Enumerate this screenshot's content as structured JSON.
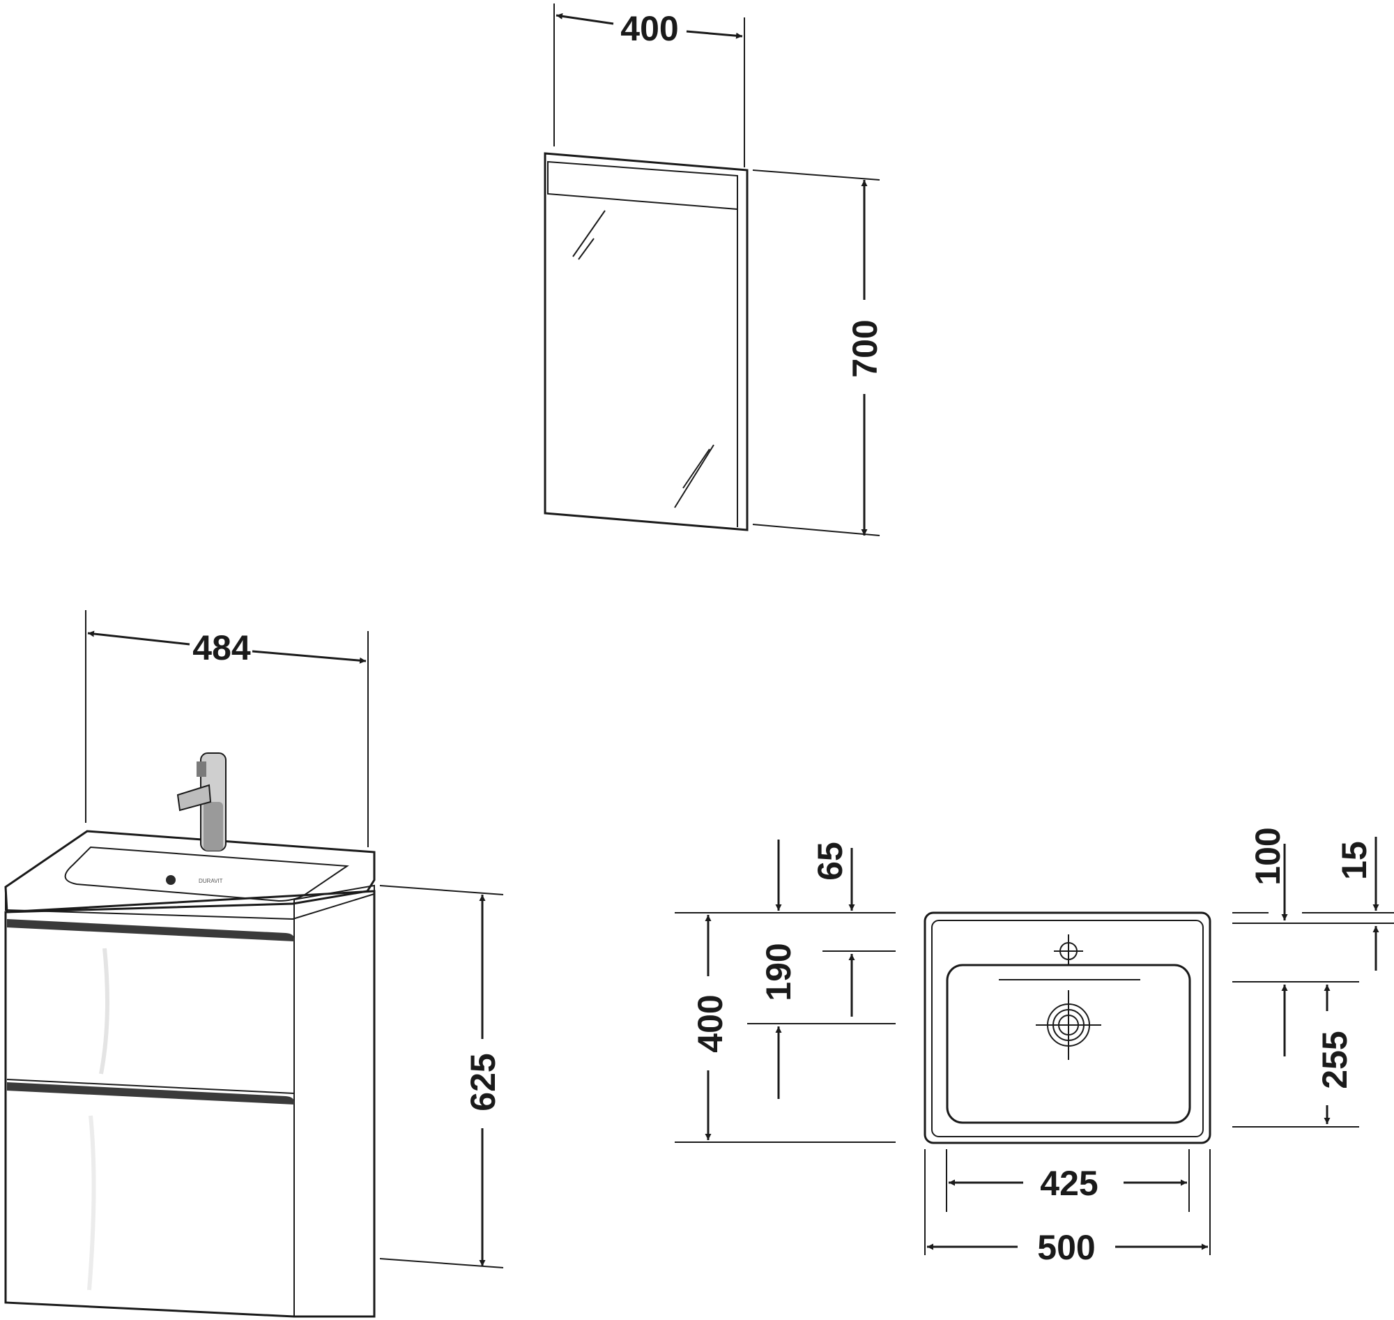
{
  "mirror": {
    "width_label": "400",
    "height_label": "700"
  },
  "vanity": {
    "width_label": "484",
    "height_label": "625",
    "brand_mark": "DURAVIT"
  },
  "basin_plan": {
    "depth_label": "400",
    "tap_offset_label": "65",
    "waste_offset_label": "190",
    "rim_offset_label": "100",
    "rim_thickness_label": "15",
    "bowl_depth_label": "255",
    "inner_width_label": "425",
    "outer_width_label": "500"
  },
  "colors": {
    "line": "#1a1a1a",
    "cabinet": "#ffffff",
    "handle": "#3a3a3a",
    "mirror_strip": "#e8e8e8"
  }
}
